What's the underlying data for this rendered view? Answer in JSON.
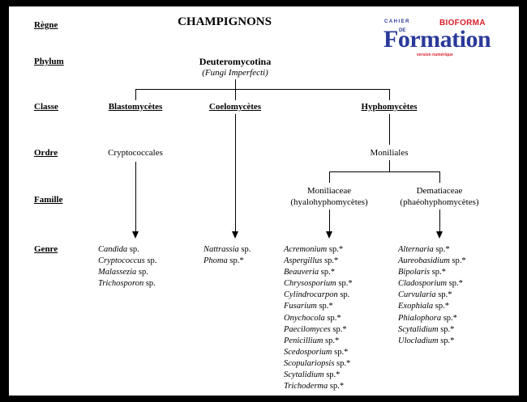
{
  "title": "CHAMPIGNONS",
  "logo": {
    "cahier": "CAHIER",
    "du": "DE",
    "brand": "BIOFORMA",
    "name": "Formation",
    "subtitle": "version numérique",
    "colors": {
      "blue": "#2a3a9a",
      "red": "#d81f2a"
    }
  },
  "ranks": {
    "regne": "Règne",
    "phylum": "Phylum",
    "classe": "Classe",
    "ordre": "Ordre",
    "famille": "Famille",
    "genre": "Genre"
  },
  "phylum": {
    "name": "Deuteromycotina",
    "alt": "(Fungi Imperfecti)"
  },
  "classes": [
    "Blastomycètes",
    "Coelomycètes",
    "Hyphomycètes"
  ],
  "orders": {
    "blasto": "Cryptococcales",
    "hypho": "Moniliales"
  },
  "families": {
    "moniliaceae": {
      "name": "Moniliaceae",
      "alt": "(hyalohyphomycètes)"
    },
    "dematiaceae": {
      "name": "Dematiaceae",
      "alt": "(phaéohyphomycètes)"
    }
  },
  "genera": {
    "blasto": [
      {
        "g": "Candida",
        "s": " sp."
      },
      {
        "g": "Cryptococcus",
        "s": " sp."
      },
      {
        "g": "Malassezia",
        "s": " sp."
      },
      {
        "g": "Trichosporon",
        "s": " sp."
      }
    ],
    "coelo": [
      {
        "g": "Nattrassia",
        "s": " sp."
      },
      {
        "g": "Phoma",
        "s": " sp.*"
      }
    ],
    "monili": [
      {
        "g": "Acremonium",
        "s": " sp.*"
      },
      {
        "g": "Aspergillus",
        "s": " sp.*"
      },
      {
        "g": "Beauveria",
        "s": " sp.*"
      },
      {
        "g": "Chrysosporium",
        "s": " sp.*"
      },
      {
        "g": "Cylindrocarpon",
        "s": " sp."
      },
      {
        "g": "Fusarium",
        "s": " sp.*"
      },
      {
        "g": "Onychocola",
        "s": " sp.*"
      },
      {
        "g": "Paecilomyces",
        "s": " sp.*"
      },
      {
        "g": "Penicillium",
        "s": " sp.*"
      },
      {
        "g": "Scedosporium",
        "s": " sp.*"
      },
      {
        "g": "Scopulariopsis",
        "s": " sp.*"
      },
      {
        "g": "Scytalidium",
        "s": " sp.*"
      },
      {
        "g": "Trichoderma",
        "s": " sp.*"
      }
    ],
    "demati": [
      {
        "g": "Alternaria",
        "s": " sp.*"
      },
      {
        "g": "Aureobasidium",
        "s": " sp.*"
      },
      {
        "g": "Bipolaris",
        "s": " sp.*"
      },
      {
        "g": "Cladosporium",
        "s": " sp.*"
      },
      {
        "g": "Curvularia",
        "s": " sp.*"
      },
      {
        "g": "Exophiala",
        "s": " sp.*"
      },
      {
        "g": "Phialophora",
        "s": " sp.*"
      },
      {
        "g": "Scytalidium",
        "s": " sp.*"
      },
      {
        "g": "Ulocladium",
        "s": " sp.*"
      }
    ]
  }
}
